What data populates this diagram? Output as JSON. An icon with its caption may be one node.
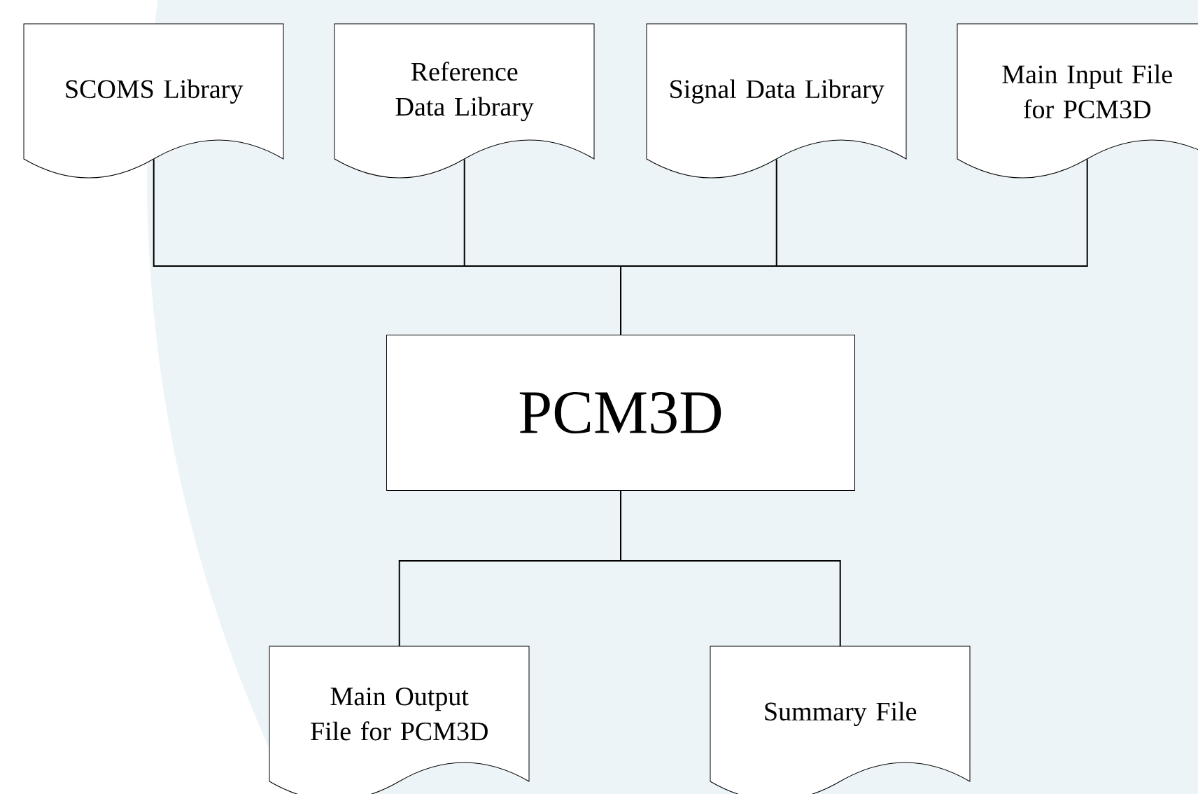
{
  "diagram": {
    "nodes": [
      {
        "text": [
          "SCOMS Library"
        ]
      },
      {
        "text": [
          "Reference Data Library"
        ]
      },
      {
        "text": [
          "Signal Data Library"
        ]
      },
      {
        "text": [
          "Main Input File for PCM3D"
        ]
      },
      {
        "text": [
          "PCM3D"
        ]
      },
      {
        "text": [
          "Main Output File for PCM3D"
        ]
      },
      {
        "text": [
          "Summary File"
        ]
      }
    ],
    "edges": [
      {
        "from": 0,
        "to": 4,
        "arrow": "none"
      },
      {
        "from": 1,
        "to": 4,
        "arrow": "none"
      },
      {
        "from": 2,
        "to": 4,
        "arrow": "none"
      },
      {
        "from": 3,
        "to": 4,
        "arrow": "none"
      },
      {
        "from": 4,
        "to": 5,
        "arrow": "none"
      },
      {
        "from": 4,
        "to": 6,
        "arrow": "none"
      }
    ]
  }
}
